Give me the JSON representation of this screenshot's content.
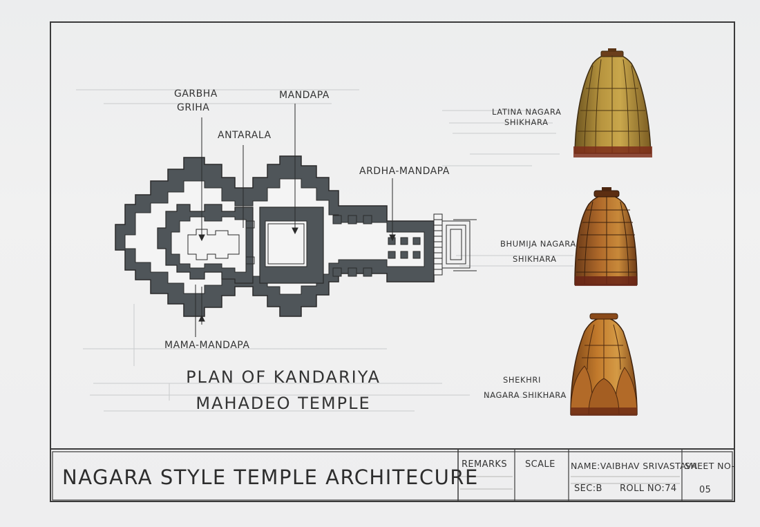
{
  "plan": {
    "labels": {
      "garbha_line1": "GARBHA",
      "garbha_line2": "GRIHA",
      "mandapa": "MANDAPA",
      "antarala": "ANTARALA",
      "ardha_mandapa": "ARDHA-MANDAPA",
      "maha_mandapa": "MAMA-MANDAPA"
    },
    "title_line1": "PLAN OF KANDARIYA",
    "title_line2": "MAHADEO TEMPLE"
  },
  "shikharas": [
    {
      "line1": "LATINA NAGARA",
      "line2": "SHIKHARA"
    },
    {
      "line1": "BHUMIJA NAGARA",
      "line2": "SHIKHARA"
    },
    {
      "line1": "SHEKHRI",
      "line2": "NAGARA SHIKHARA"
    }
  ],
  "title_block": {
    "main_title": "NAGARA STYLE TEMPLE ARCHITECURE",
    "remarks": "REMARKS",
    "scale": "SCALE",
    "name": "NAME:VAIBHAV SRIVASTAVA",
    "sec": "SEC:B",
    "roll": "ROLL NO:74",
    "sheet_label": "SHEET NO-",
    "sheet_no": "05"
  },
  "colors": {
    "wall": "#4f5559",
    "wall_outline": "#2a2a2a",
    "ink": "#333333",
    "gold": "#a88436",
    "brown": "#8a4e22",
    "orange": "#b8722c"
  }
}
